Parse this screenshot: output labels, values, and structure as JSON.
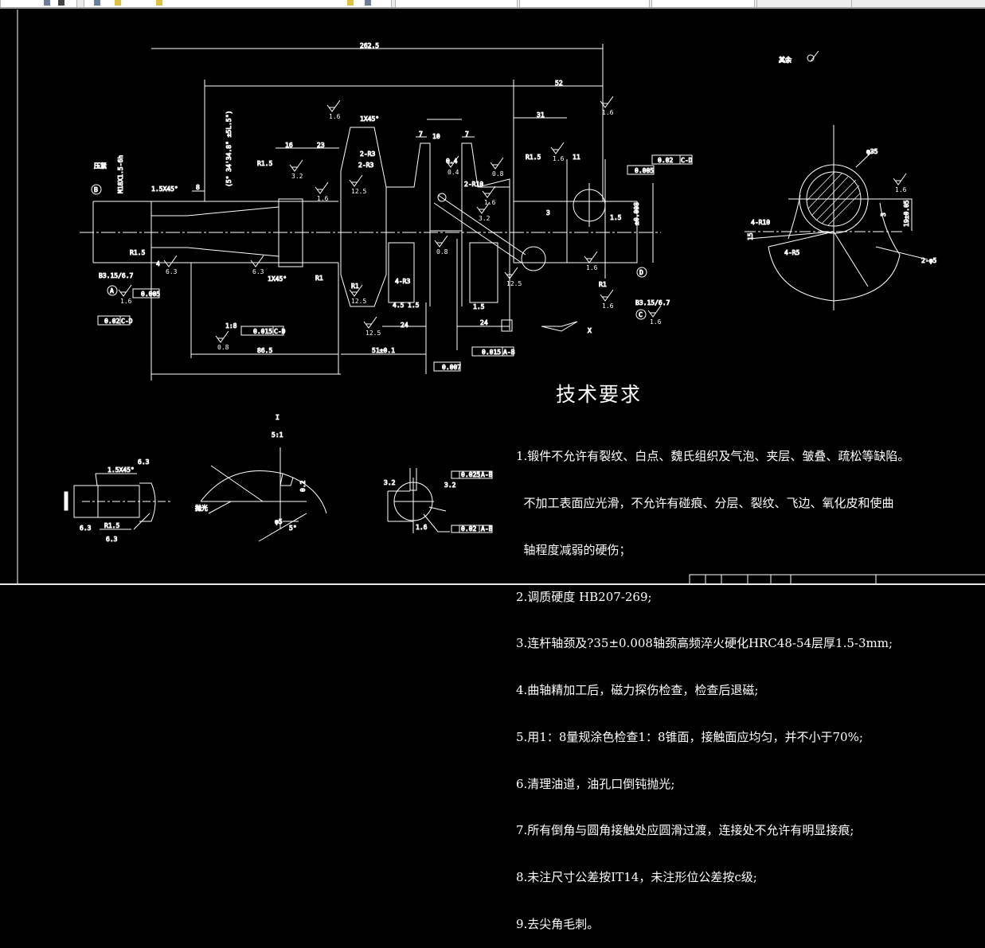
{
  "toolbar": {
    "icons": [
      "layer-icon",
      "layer-icon",
      "eye-icon",
      "sun-icon",
      "lock-icon",
      "color-icon",
      "layer-icon",
      "layer-icon"
    ]
  },
  "drawing": {
    "overall_length": "262.5",
    "dim_52": "52",
    "dim_31": "31",
    "dim_16": "16",
    "dim_23": "23",
    "dim_8": "8",
    "dim_7a": "7",
    "dim_10": "10",
    "dim_7b": "7",
    "dim_11": "11",
    "dim_3": "3",
    "dim_1_5": "1.5",
    "dim_4_5": "4.5",
    "dim_1_5b": "1.5",
    "dim_1_5c": "1.5",
    "dim_24a": "24",
    "dim_24b": "24",
    "dim_86_5": "86.5",
    "dim_51": "51±0.1",
    "dim_4": "4",
    "dim_35_tol": "±0.008",
    "chamfer_left": "1.5X45°",
    "chamfer_1x45": "1X45°",
    "chamfer_1x45b": "1X45°",
    "r1_5a": "R1.5",
    "r1_5b": "R1.5",
    "r1_5c": "R1.5",
    "r1a": "R1",
    "r1b": "R1",
    "r1c": "R1",
    "r3a": "2-R3",
    "r3b": "2-R3",
    "r10": "2-R10",
    "r3c": "4-R3",
    "r_04": "0.4",
    "thread": "M18X1.5-6h",
    "thread_note": "压紧",
    "taper_angle": "(5° 34'34.8\" ±5L.5\")",
    "taper_label": "1:8",
    "center_hole_a": "B3.15/6.7",
    "center_hole_b": "B3.15/6.7",
    "datum_a": "A",
    "datum_b": "B",
    "datum_c": "C",
    "datum_d": "D",
    "tol_runout_1": "0.005",
    "tol_runout_2": "0.005",
    "tol_runout_3": "0.007",
    "tol_circ_1": "0.02",
    "tol_circ_1_ref": "C-D",
    "tol_circ_2": "0.02",
    "tol_circ_2_ref": "C-D",
    "tol_taper": "0.015",
    "tol_taper_ref": "C-D",
    "tol_parallel": "0.015",
    "tol_parallel_ref": "A-B",
    "roughness": [
      "1.6",
      "1.6",
      "3.2",
      "1.6",
      "6.3",
      "6.3",
      "1.6",
      "12.5",
      "12.5",
      "0.4",
      "1.6",
      "0.8",
      "0.8",
      "1.6",
      "1.6",
      "12.5",
      "0.8",
      "3.2",
      "12.5",
      "1.6",
      "1.6",
      "1.6"
    ],
    "section_x": "X",
    "other_surfaces": "其余",
    "section_labels": {
      "dia": "φ35",
      "r10": "4-R10",
      "r5": "4-R5",
      "sq": "2-φ5",
      "h": "19±0.05",
      "d3": "3",
      "d15": "15"
    }
  },
  "detail": {
    "label": "I",
    "scale": "5:1",
    "chamfer": "1.5X45°",
    "r": "R1.5",
    "ra1": "6.3",
    "ra2": "6.3",
    "ra3": "6.3",
    "polish": "抛光",
    "dim_02": "0.2",
    "angle": "φ5",
    "deg": "5°",
    "ra_b1": "3.2",
    "ra_b2": "3.2",
    "ra_b3": "1.6",
    "tol_sym": "0.025",
    "tol_sym_ref": "A-B",
    "tol_circ": "0.02",
    "tol_circ_ref": "A-B"
  },
  "requirements": {
    "title": "技术要求",
    "lines": [
      "1.锻件不允许有裂纹、白点、魏氏组织及气泡、夹层、皱叠、疏松等缺陷。",
      "  不加工表面应光滑，不允许有碰痕、分层、裂纹、飞边、氧化皮和使曲",
      "  轴程度减弱的硬伤；",
      "2.调质硬度 HB207-269;",
      "3.连杆轴颈及?35±0.008轴颈高频淬火硬化HRC48-54层厚1.5-3mm;",
      "4.曲轴精加工后，磁力探伤检查，检查后退磁;",
      "5.用1：8量规涂色检查1：8锥面，接触面应均匀，并不小于70%;",
      "6.清理油道，油孔口倒钝抛光;",
      "7.所有倒角与圆角接触处应圆滑过渡，连接处不允许有明显接痕;",
      "8.未注尺寸公差按IT14，未注形位公差按c级;",
      "9.去尖角毛刺。"
    ]
  },
  "colors": {
    "background": "#000000",
    "lines": "#ffffff",
    "toolbar": "#ececec"
  }
}
